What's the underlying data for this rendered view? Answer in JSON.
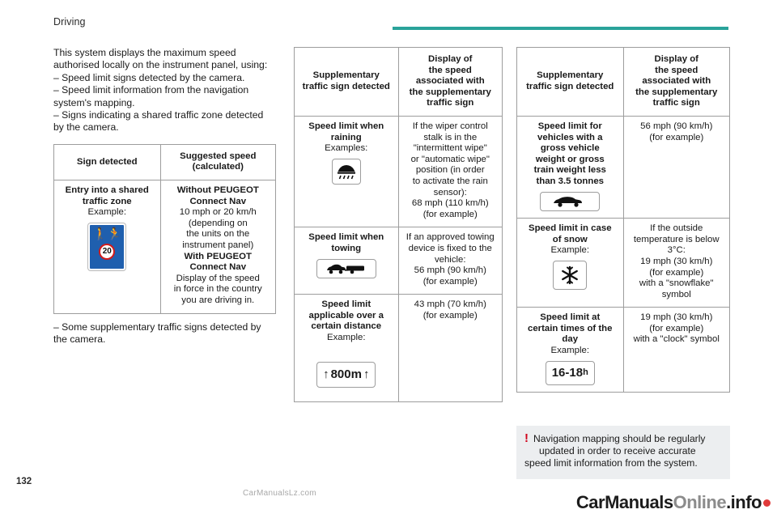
{
  "header": {
    "section_title": "Driving",
    "page_number": "132"
  },
  "intro": {
    "line1": "This system displays the maximum speed",
    "line2": "authorised locally on the instrument panel, using:",
    "bullet1": "–  Speed limit signs detected by the camera.",
    "bullet2": "–  Speed limit information from the navigation",
    "bullet2b": "system's mapping.",
    "bullet3": "–  Signs indicating a shared traffic zone detected",
    "bullet3b": "by the camera."
  },
  "table_sign": {
    "head_left": "Sign detected",
    "head_right_l1": "Suggested speed",
    "head_right_l2": "(calculated)",
    "row_left_title_l1": "Entry into a shared",
    "row_left_title_l2": "traffic zone",
    "row_left_example": "Example:",
    "sign_zone_value": "20",
    "row_right": {
      "l1": "Without PEUGEOT",
      "l2": "Connect Nav",
      "l3": "10 mph or 20 km/h",
      "l4": "(depending on",
      "l5": "the units on the",
      "l6": "instrument panel)",
      "l7": "With PEUGEOT",
      "l8": "Connect Nav",
      "l9": "Display of the speed",
      "l10": "in force in the country",
      "l11": "you are driving in."
    }
  },
  "after_table_note": {
    "l1": "–  Some supplementary traffic signs detected by",
    "l2": "the camera."
  },
  "table_supp_left": {
    "head_left_l1": "Supplementary",
    "head_left_l2": "traffic sign detected",
    "head_right_l1": "Display of",
    "head_right_l2": "the speed",
    "head_right_l3": "associated with",
    "head_right_l4": "the supplementary",
    "head_right_l5": "traffic sign",
    "rows": [
      {
        "left_title_l1": "Speed limit when",
        "left_title_l2": "raining",
        "left_example": "Examples:",
        "icon": "rain-on-road-icon",
        "right_l1": "If the wiper control",
        "right_l2": "stalk is in the",
        "right_l3": "\"intermittent wipe\"",
        "right_l4": "or \"automatic wipe\"",
        "right_l5": "position (in order",
        "right_l6": "to activate the rain",
        "right_l7": "sensor):",
        "right_l8": "68 mph (110 km/h)",
        "right_l9": "(for example)"
      },
      {
        "left_title_l1": "Speed limit when",
        "left_title_l2": "towing",
        "left_example": "",
        "icon": "car-with-trailer-icon",
        "right_l1": "If an approved towing",
        "right_l2": "device is fixed to the",
        "right_l3": "vehicle:",
        "right_l4": "56 mph (90 km/h)",
        "right_l5": "(for example)"
      },
      {
        "left_title_l1": "Speed limit",
        "left_title_l2": "applicable over a",
        "left_title_l3": "certain distance",
        "left_example": "Example:",
        "icon": "distance-800m-icon",
        "icon_text": "800m",
        "right_l1": "43 mph (70 km/h)",
        "right_l2": "(for example)"
      }
    ]
  },
  "table_supp_right": {
    "head_left_l1": "Supplementary",
    "head_left_l2": "traffic sign detected",
    "head_right_l1": "Display of",
    "head_right_l2": "the speed",
    "head_right_l3": "associated with",
    "head_right_l4": "the supplementary",
    "head_right_l5": "traffic sign",
    "rows": [
      {
        "left_l1": "Speed limit for",
        "left_l2": "vehicles with a",
        "left_l3": "gross vehicle",
        "left_l4": "weight or gross",
        "left_l5": "train weight less",
        "left_l6": "than 3.5 tonnes",
        "icon": "car-silhouette-icon",
        "right_l1": "56 mph (90 km/h)",
        "right_l2": "(for example)"
      },
      {
        "left_l1": "Speed limit in case",
        "left_l2": "of snow",
        "left_example": "Example:",
        "icon": "snowflake-icon",
        "icon_glyph": "✳",
        "right_l1": "If the outside",
        "right_l2": "temperature is below",
        "right_l3": "3°C:",
        "right_l4": "19 mph (30 km/h)",
        "right_l5": "(for example)",
        "right_l6": "with a \"snowflake\"",
        "right_l7": "symbol"
      },
      {
        "left_l1": "Speed limit at",
        "left_l2": "certain times of the",
        "left_l3": "day",
        "left_example": "Example:",
        "icon": "clock-times-icon",
        "icon_text": "16-18",
        "icon_text_sub": "h",
        "right_l1": "19 mph (30 km/h)",
        "right_l2": "(for example)",
        "right_l3": "with a \"clock\" symbol"
      }
    ]
  },
  "note": {
    "bang": "!",
    "l1": "Navigation mapping should be regularly",
    "l2": "updated in order to receive accurate",
    "l3": "speed limit information from the system."
  },
  "footer": {
    "brand_main": "CarManuals",
    "brand_gray": "Online",
    "brand_suffix": ".info",
    "watermark": "CarManualsLz.com"
  },
  "colors": {
    "accent_rule": "#2aa39a",
    "sign_blue": "#1f5fae",
    "sign_red": "#d21b1b",
    "note_bg": "#eceef0",
    "warning_red": "#d0021b"
  }
}
